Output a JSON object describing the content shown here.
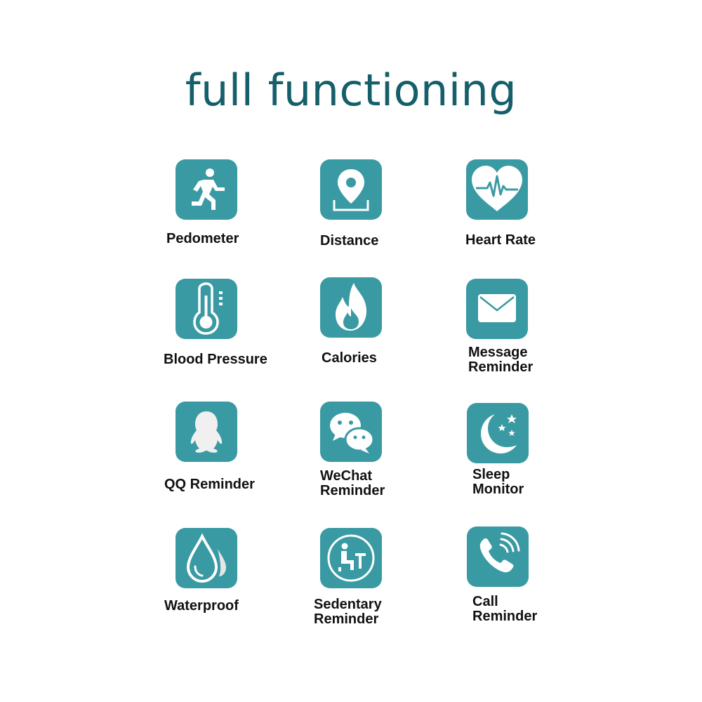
{
  "title": "full functioning",
  "colors": {
    "tile": "#3a9aa3",
    "title": "#155f6a",
    "icon": "#ffffff"
  },
  "features": [
    {
      "label": "Pedometer",
      "icon": "running-person-icon"
    },
    {
      "label": "Distance",
      "icon": "location-pin-icon"
    },
    {
      "label": "Heart Rate",
      "icon": "heartbeat-icon"
    },
    {
      "label": "Blood Pressure",
      "icon": "thermometer-icon"
    },
    {
      "label": "Calories",
      "icon": "flame-icon"
    },
    {
      "label_line1": "Message",
      "label_line2": "Reminder",
      "icon": "envelope-icon"
    },
    {
      "label": "QQ Reminder",
      "icon": "penguin-icon"
    },
    {
      "label_line1": "WeChat",
      "label_line2": "Reminder",
      "icon": "chat-bubbles-icon"
    },
    {
      "label_line1": "Sleep",
      "label_line2": "Monitor",
      "icon": "moon-stars-icon"
    },
    {
      "label": "Waterproof",
      "icon": "water-drop-icon"
    },
    {
      "label_line1": "Sedentary",
      "label_line2": "Reminder",
      "icon": "sitting-person-icon"
    },
    {
      "label_line1": "Call",
      "label_line2": "Reminder",
      "icon": "phone-ringing-icon"
    }
  ]
}
